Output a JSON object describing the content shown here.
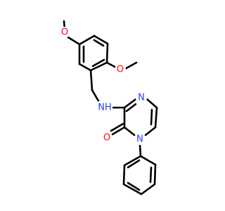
{
  "molecule": {
    "colors": {
      "bond": "#000000",
      "oxygen": "#ff0d0d",
      "nitrogen": "#2a3bff",
      "background": "#ffffff"
    },
    "atom_labels": {
      "methoxy_top_O": "O",
      "methoxy_right_O": "O",
      "amine_NH": "NH",
      "ring_N_upper": "N",
      "carbonyl_O": "O",
      "ring_N_lower": "N"
    }
  }
}
